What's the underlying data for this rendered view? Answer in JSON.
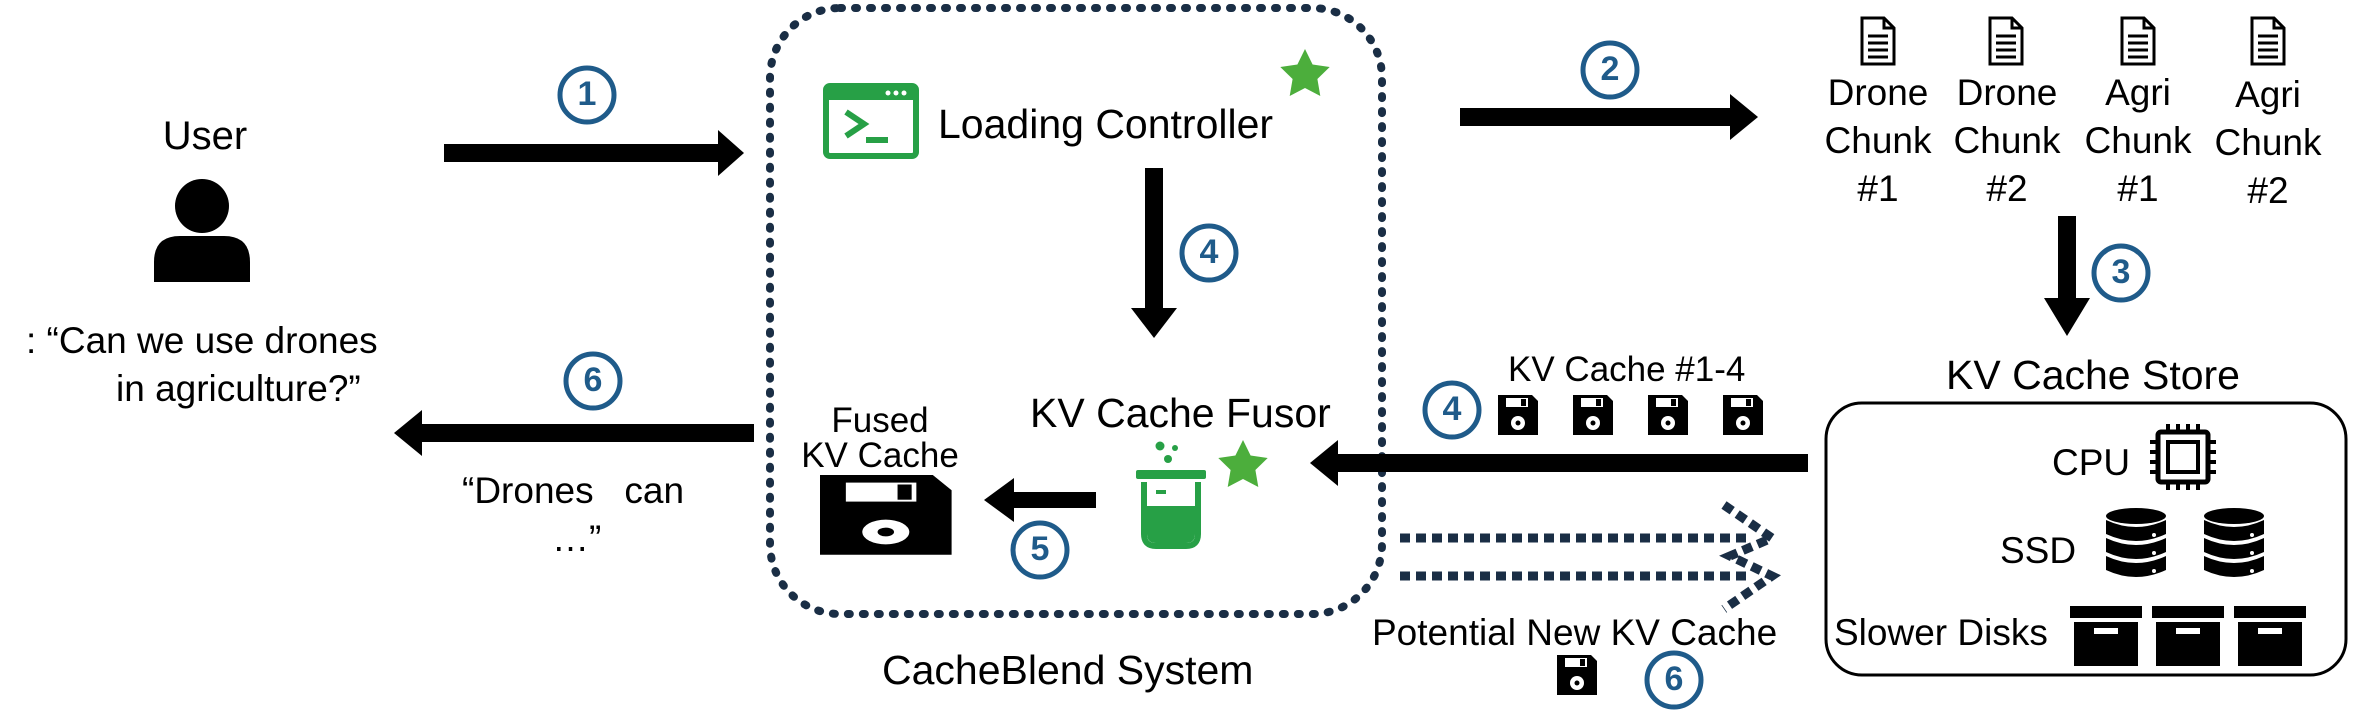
{
  "user": {
    "label": "User",
    "query_line1": ": “Can we use drones",
    "query_line2": "in agriculture?”",
    "answer_line1": "“Drones   can",
    "answer_line2": "…”"
  },
  "system": {
    "name": "CacheBlend System",
    "loading_controller": "Loading Controller",
    "kv_cache_fusor": "KV Cache Fusor",
    "fused_kv_line1": "Fused",
    "fused_kv_line2": "KV Cache"
  },
  "chunks": [
    {
      "line1": "Drone",
      "line2": "Chunk",
      "line3": "#1"
    },
    {
      "line1": "Drone",
      "line2": "Chunk",
      "line3": "#2"
    },
    {
      "line1": "Agri",
      "line2": "Chunk",
      "line3": "#1"
    },
    {
      "line1": "Agri",
      "line2": "Chunk",
      "line3": "#2"
    }
  ],
  "store": {
    "title": "KV Cache Store",
    "cpu": "CPU",
    "ssd": "SSD",
    "slower_disks": "Slower Disks"
  },
  "kv_cache_label": "KV Cache #1-4",
  "potential_new": "Potential New KV Cache",
  "steps": {
    "s1": "1",
    "s2": "2",
    "s3": "3",
    "s4a": "4",
    "s4b": "4",
    "s5": "5",
    "s6a": "6",
    "s6b": "6"
  },
  "icons": [
    "user-icon",
    "terminal-icon",
    "star-icon",
    "document-icon",
    "beaker-icon",
    "floppy-disk-icon",
    "cpu-chip-icon",
    "database-icon",
    "storage-box-icon"
  ],
  "colors": {
    "step_circle": "#1f5b8a",
    "accent_green": "#27a046",
    "star_green": "#4cae3c",
    "dotted_border": "#1a2e45",
    "ink": "#000000"
  }
}
